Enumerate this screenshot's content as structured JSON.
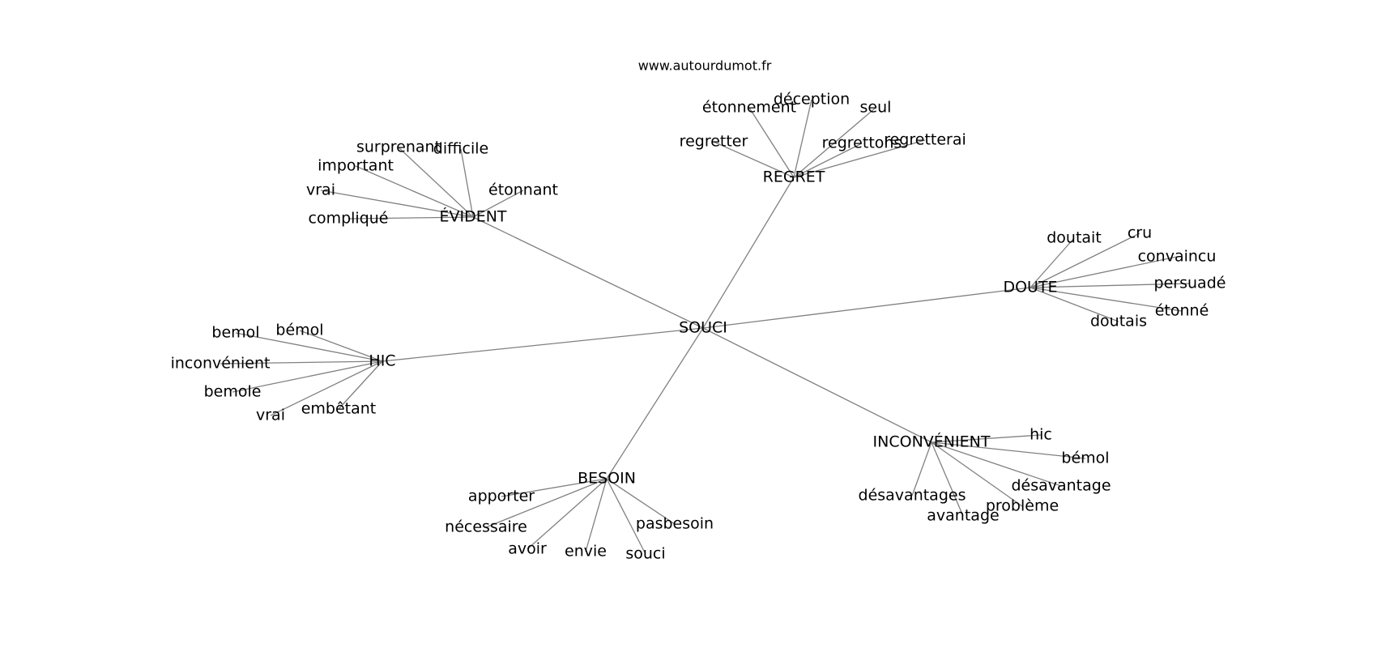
{
  "watermark": "www.autourdumot.fr",
  "graph": {
    "center": "SOUCI",
    "clusters": [
      {
        "label": "ÉVIDENT",
        "words": [
          "surprenant",
          "difficile",
          "important",
          "étonnant",
          "vrai",
          "compliqué"
        ]
      },
      {
        "label": "REGRET",
        "words": [
          "étonnement",
          "déception",
          "seul",
          "regretter",
          "regrettons",
          "regretterai"
        ]
      },
      {
        "label": "DOUTE",
        "words": [
          "doutait",
          "cru",
          "convaincu",
          "persuadé",
          "étonné",
          "doutais"
        ]
      },
      {
        "label": "HIC",
        "words": [
          "bemol",
          "bémol",
          "inconvénient",
          "bemole",
          "vrai",
          "embêtant"
        ]
      },
      {
        "label": "INCONVÉNIENT",
        "words": [
          "hic",
          "bémol",
          "désavantage",
          "problème",
          "avantage",
          "désavantages"
        ]
      },
      {
        "label": "BESOIN",
        "words": [
          "apporter",
          "nécessaire",
          "avoir",
          "envie",
          "souci",
          "pasbesoin"
        ]
      }
    ]
  }
}
